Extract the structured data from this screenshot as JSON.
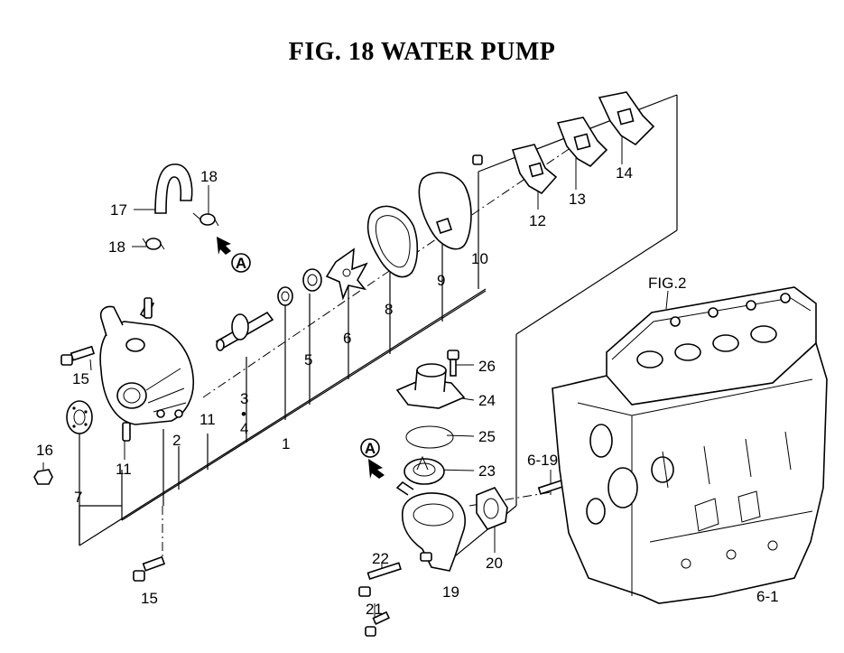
{
  "title": "FIG. 18  WATER PUMP",
  "labels": {
    "l1": "1",
    "l2": "2",
    "l3": "3",
    "l3dot": "•",
    "l4": "4",
    "l5": "5",
    "l6": "6",
    "l7": "7",
    "l8": "8",
    "l9": "9",
    "l10": "10",
    "l11a": "11",
    "l11b": "11",
    "l12": "12",
    "l13": "13",
    "l14": "14",
    "l15a": "15",
    "l15b": "15",
    "l16": "16",
    "l17": "17",
    "l18a": "18",
    "l18b": "18",
    "l19": "19",
    "l20": "20",
    "l21": "21",
    "l22": "22",
    "l23": "23",
    "l24": "24",
    "l25": "25",
    "l26": "26",
    "l6_19": "6-19",
    "l6_1": "6-1",
    "fig2": "FIG.2",
    "markA1": "A",
    "markA2": "A"
  }
}
